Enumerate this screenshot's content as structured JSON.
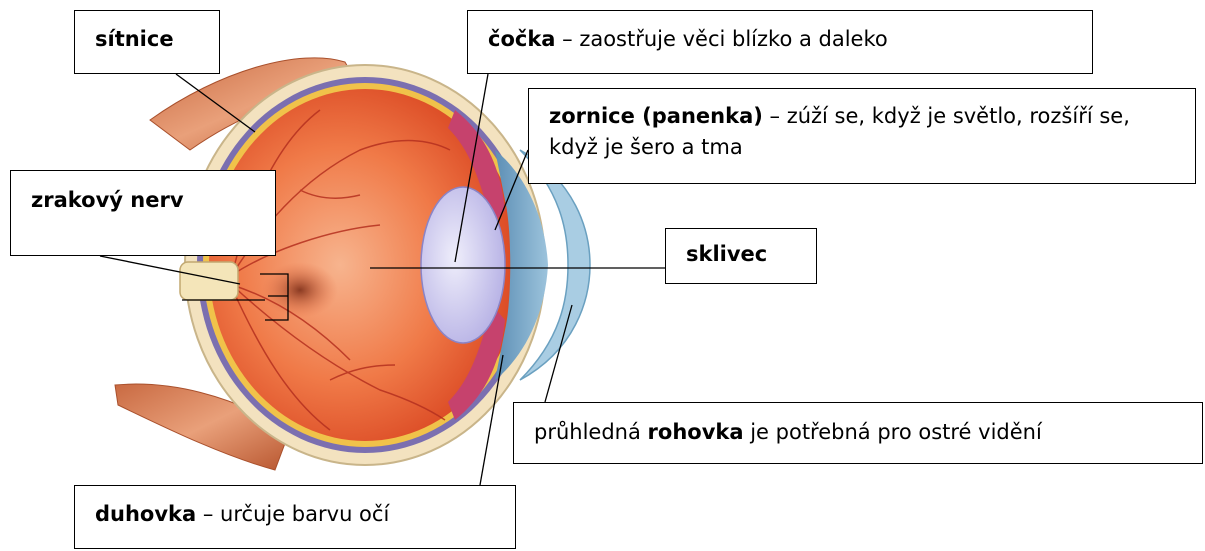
{
  "labels": {
    "sitnice": {
      "bold": "sítnice",
      "rest": ""
    },
    "cocka": {
      "bold": "čočka",
      "rest": " – zaostřuje věci blízko a daleko"
    },
    "zornice": {
      "bold": "zornice (panenka)",
      "rest": " – zúží se, když je světlo, rozšíří se, když je šero a tma"
    },
    "zrakovy_nerv": {
      "bold": "zrakový nerv",
      "rest": ""
    },
    "sklivec": {
      "bold": "sklivec",
      "rest": ""
    },
    "rohovka": {
      "pre": "průhledná ",
      "bold": "rohovka",
      "rest": " je potřebná pro ostré vidění"
    },
    "duhovka": {
      "bold": "duhovka",
      "rest": " – určuje barvu očí"
    }
  },
  "colors": {
    "eyeball": "#ef6a3c",
    "eyeball_light": "#f7b08a",
    "sclera": "#f5e7c8",
    "muscle": "#d9835a",
    "iris": "#7aa8c9",
    "lens": "#d8d4f2",
    "cornea": "#a9cde3",
    "vessel": "#b5301f",
    "line": "#000000"
  }
}
